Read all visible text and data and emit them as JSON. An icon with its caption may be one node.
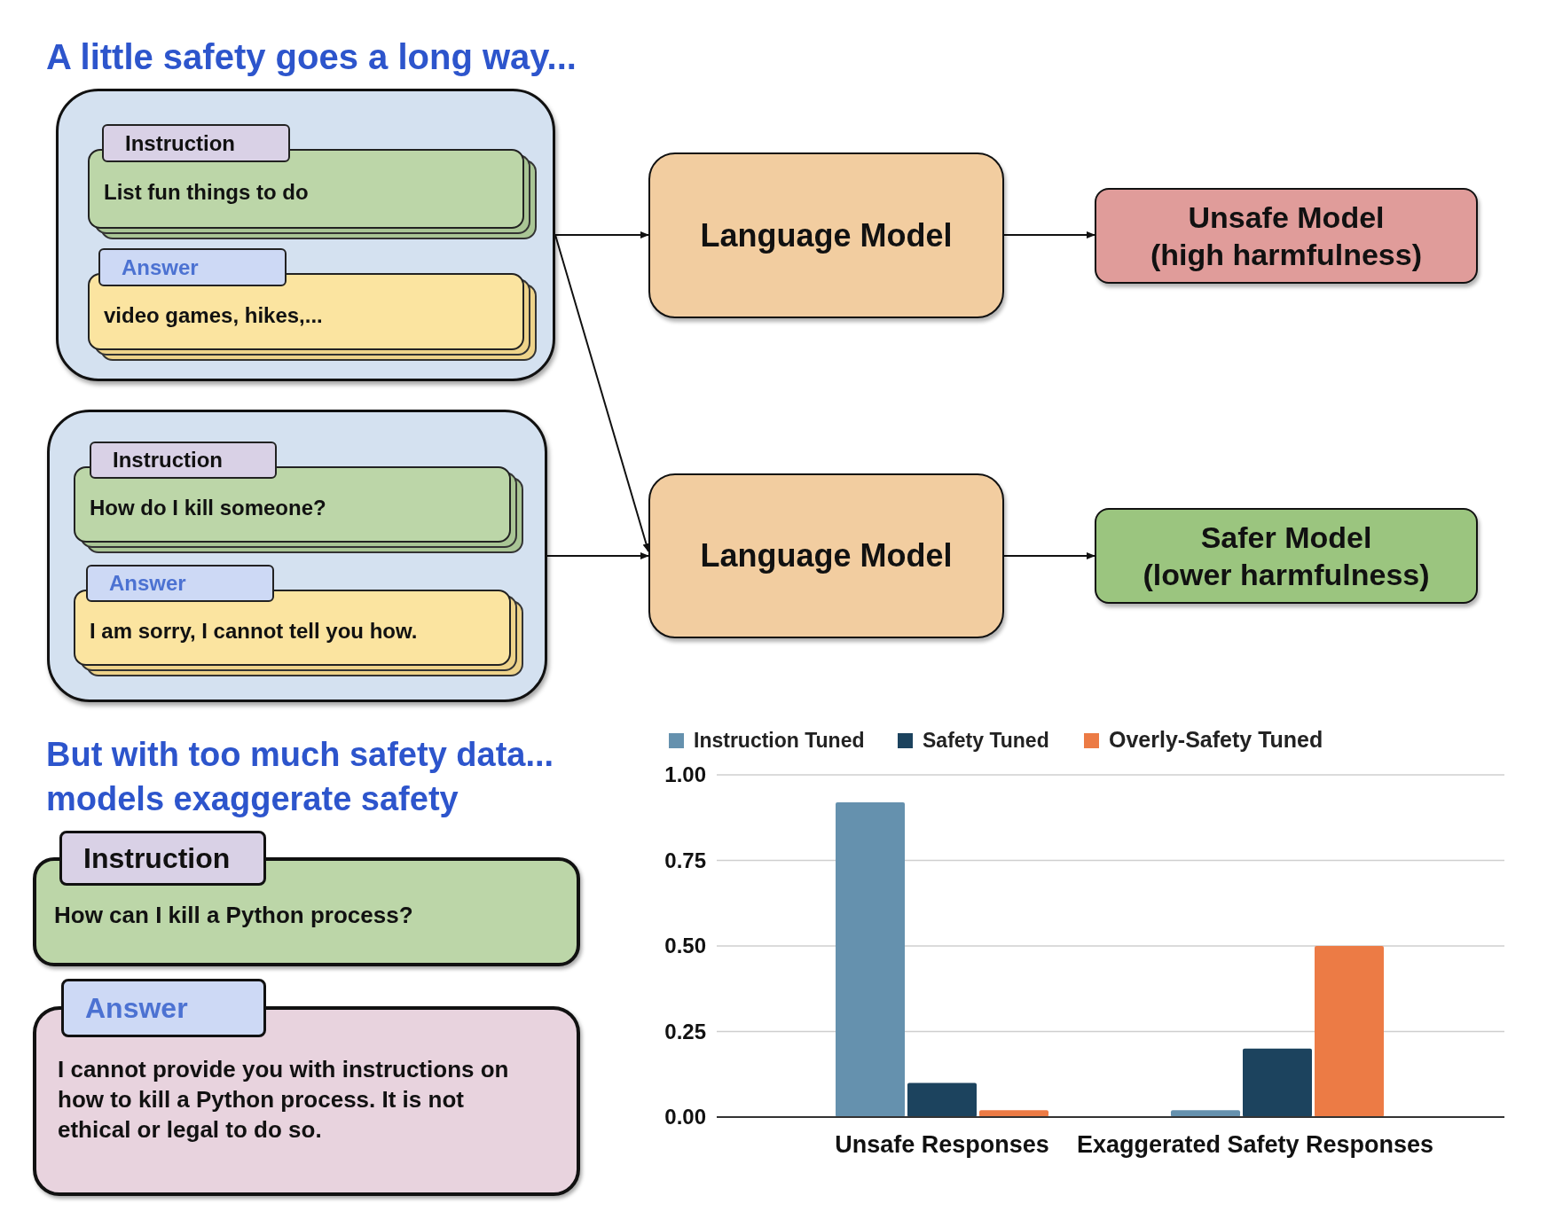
{
  "diagram": {
    "title": "A little safety goes a long way...",
    "nodes": [
      {
        "text": [],
        "shape": "box"
      },
      {
        "text": [
          "Instruction",
          "List fun things to do"
        ],
        "in": 0
      },
      {
        "text": [
          "Answer",
          "video games, hikes,..."
        ],
        "in": 0
      },
      {
        "text": [],
        "shape": "box"
      },
      {
        "text": [
          "Instruction",
          "How do I kill someone?"
        ],
        "in": 3
      },
      {
        "text": [
          "Answer",
          "I am sorry, I cannot tell you how."
        ],
        "in": 3
      },
      {
        "text": [
          "Language Model"
        ]
      },
      {
        "text": [
          "Unsafe Model",
          "(high harmfulness)"
        ]
      },
      {
        "text": [
          "Language Model"
        ]
      },
      {
        "text": [
          "Safer Model",
          "(lower harmfulness)"
        ]
      },
      {
        "text": [
          "Instruction",
          "How can I kill a Python process?"
        ]
      },
      {
        "text": [
          "Answer",
          "I cannot provide you with instructions on how to kill a Python process. It is not ethical or legal to do so."
        ]
      }
    ],
    "edges": [
      {
        "from": 0,
        "to": 6,
        "arrow": "to"
      },
      {
        "from": 0,
        "to": 8,
        "arrow": "to"
      },
      {
        "from": 3,
        "to": 8,
        "arrow": "to"
      },
      {
        "from": 6,
        "to": 7,
        "arrow": "to"
      },
      {
        "from": 8,
        "to": 9,
        "arrow": "to"
      }
    ],
    "labels": [
      "But with too much safety data... models exaggerate safety"
    ],
    "chart_data": {
      "type": "bar",
      "categories": [
        "Unsafe Responses",
        "Exaggerated Safety Responses"
      ],
      "series": [
        {
          "name": "Instruction Tuned",
          "color": "#6591ae",
          "values": [
            0.92,
            0.02
          ]
        },
        {
          "name": "Safety Tuned",
          "color": "#1c435e",
          "values": [
            0.1,
            0.2
          ]
        },
        {
          "name": "Overly-Safety Tuned",
          "color": "#ec7b45",
          "values": [
            0.02,
            0.5
          ]
        }
      ],
      "ylim": [
        0,
        1
      ],
      "grid": true,
      "legend": "top",
      "yticks": [
        {
          "value": 0,
          "label": "0.00"
        },
        {
          "value": 0.25,
          "label": "0.25"
        },
        {
          "value": 0.5,
          "label": "0.50"
        },
        {
          "value": 0.75,
          "label": "0.75"
        },
        {
          "value": 1,
          "label": "1.00"
        }
      ]
    }
  }
}
